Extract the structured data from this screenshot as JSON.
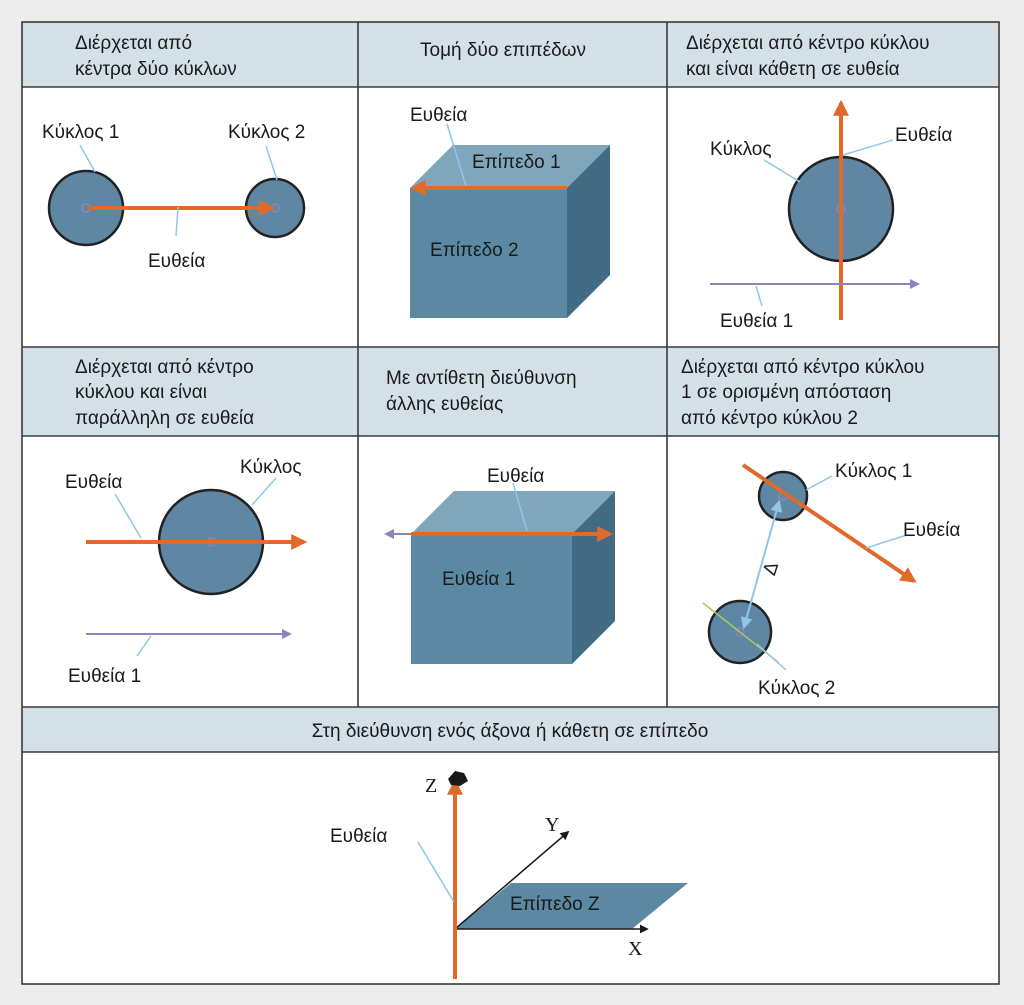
{
  "colors": {
    "header_bg": "#d4e0e8",
    "cell_bg": "#ffffff",
    "grid": "#3a3a3a",
    "circle_fill": "#5f87a3",
    "cube_front": "#5b89a4",
    "cube_top": "#7fa6ba",
    "cube_side": "#416b83",
    "arrow": "#e06a2a",
    "line_purple": "#8a86bd",
    "pointer": "#8ec8e8"
  },
  "cells": [
    {
      "header": [
        "Διέρχεται από",
        "κέντρα δύο κύκλων"
      ],
      "labels": {
        "circle1": "Κύκλος 1",
        "circle2": "Κύκλος 2",
        "line": "Ευθεία"
      }
    },
    {
      "header": [
        "Τομή δύο επιπέδων"
      ],
      "labels": {
        "line": "Ευθεία",
        "plane1": "Επίπεδο 1",
        "plane2": "Επίπεδο 2"
      }
    },
    {
      "header": [
        "Διέρχεται από κέντρο κύκλου",
        "και είναι κάθετη σε ευθεία"
      ],
      "labels": {
        "circle": "Κύκλος",
        "line": "Ευθεία",
        "line1": "Ευθεία 1"
      }
    },
    {
      "header": [
        "Διέρχεται από κέντρο",
        "κύκλου και είναι",
        "παράλληλη σε ευθεία"
      ],
      "labels": {
        "line": "Ευθεία",
        "circle": "Κύκλος",
        "line1": "Ευθεία 1"
      }
    },
    {
      "header": [
        "Με αντίθετη διεύθυνση",
        "άλλης ευθείας"
      ],
      "labels": {
        "line": "Ευθεία",
        "line1": "Ευθεία 1"
      }
    },
    {
      "header": [
        "Διέρχεται από κέντρο κύκλου",
        "1 σε ορισμένη απόσταση",
        "από κέντρο κύκλου 2"
      ],
      "labels": {
        "circle1": "Κύκλος 1",
        "line": "Ευθεία",
        "circle2": "Κύκλος 2",
        "delta": "Δ"
      }
    }
  ],
  "bottom": {
    "header": "Στη διεύθυνση ενός άξονα ή κάθετη σε επίπεδο",
    "labels": {
      "z": "Z",
      "y": "Y",
      "x": "X",
      "line": "Ευθεία",
      "plane": "Επίπεδο Z"
    }
  }
}
